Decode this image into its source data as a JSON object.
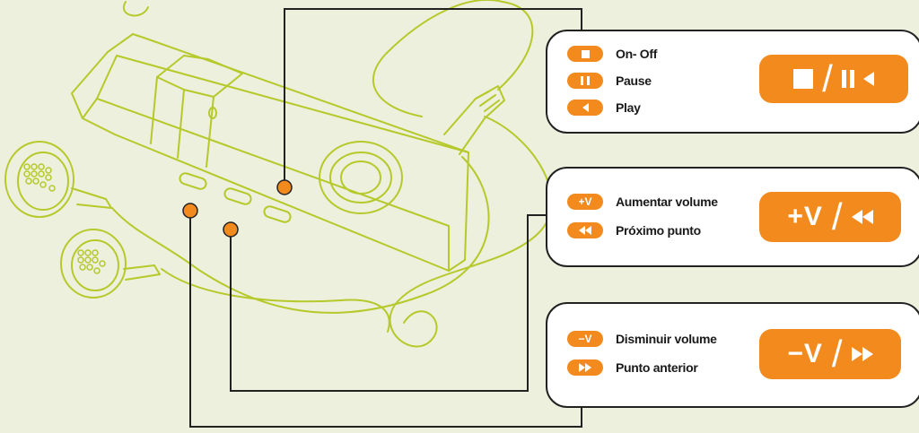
{
  "colors": {
    "background": "#eef0de",
    "accent": "#f28a1e",
    "line_art": "#b5c92a",
    "connector": "#222222"
  },
  "panels": [
    {
      "id": "play-controls",
      "rows": [
        {
          "icon": "stop-icon",
          "label": "On- Off"
        },
        {
          "icon": "pause-icon",
          "label": "Pause"
        },
        {
          "icon": "play-icon",
          "label": "Play"
        }
      ],
      "button_icons": [
        "stop-icon",
        "pause-icon",
        "rewind-icon"
      ]
    },
    {
      "id": "volume-up",
      "rows": [
        {
          "pill_text": "+V",
          "label": "Aumentar volume"
        },
        {
          "icon": "rewind-icon",
          "label": "Próximo punto"
        }
      ],
      "button_text": "+V",
      "button_icons": [
        "rewind-icon"
      ]
    },
    {
      "id": "volume-down",
      "rows": [
        {
          "pill_text": "−V",
          "label": "Disminuir volume"
        },
        {
          "icon": "fast-forward-icon",
          "label": "Punto anterior"
        }
      ],
      "button_text": "−V",
      "button_icons": [
        "fast-forward-icon"
      ]
    }
  ],
  "slash": "/"
}
